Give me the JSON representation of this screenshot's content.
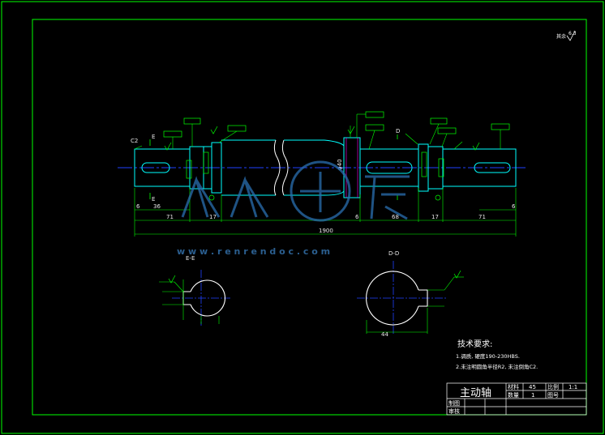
{
  "drawing": {
    "part_name": "主动轴",
    "roughness_note": "其余",
    "roughness_value": "6.3",
    "tech_req": {
      "title": "技术要求:",
      "item1": "1.调质, 硬度190-230HBS.",
      "item2": "2.未注明圆角半径R2, 未注倒角C2."
    },
    "titleblock": {
      "material_label": "材料",
      "material_value": "45",
      "scale_label": "比例",
      "scale_value": "1:1",
      "qty_label": "数量",
      "qty_value": "1",
      "drawing_no_label": "图号",
      "drawn_label": "制图",
      "checked_label": "审核"
    },
    "dims": {
      "d71_left": "71",
      "d17_left": "17",
      "d68": "68",
      "d17_right": "17",
      "d71_right": "71",
      "d36": "36",
      "d6_left": "6",
      "d6_mid": "6",
      "d6_right": "6",
      "total": "1900",
      "c2": "C2",
      "d_phi40": "φ40",
      "section_ee": "E-E",
      "section_dd": "D-D",
      "cut_e_top": "E",
      "cut_e_bot": "E",
      "cut_d": "D",
      "d44": "44",
      "r_left": "6.3",
      "r_right": "6.3"
    },
    "watermark": {
      "site": "w w w . r e n r e n d o c . c o m"
    },
    "colors": {
      "background": "#000000",
      "frame": "#00ff00",
      "outline": "#ffffff",
      "centerline": "#2040ff",
      "dimension": "#00ff00",
      "hidden": "#00ffff",
      "watermark": "#2a6fb0"
    }
  }
}
